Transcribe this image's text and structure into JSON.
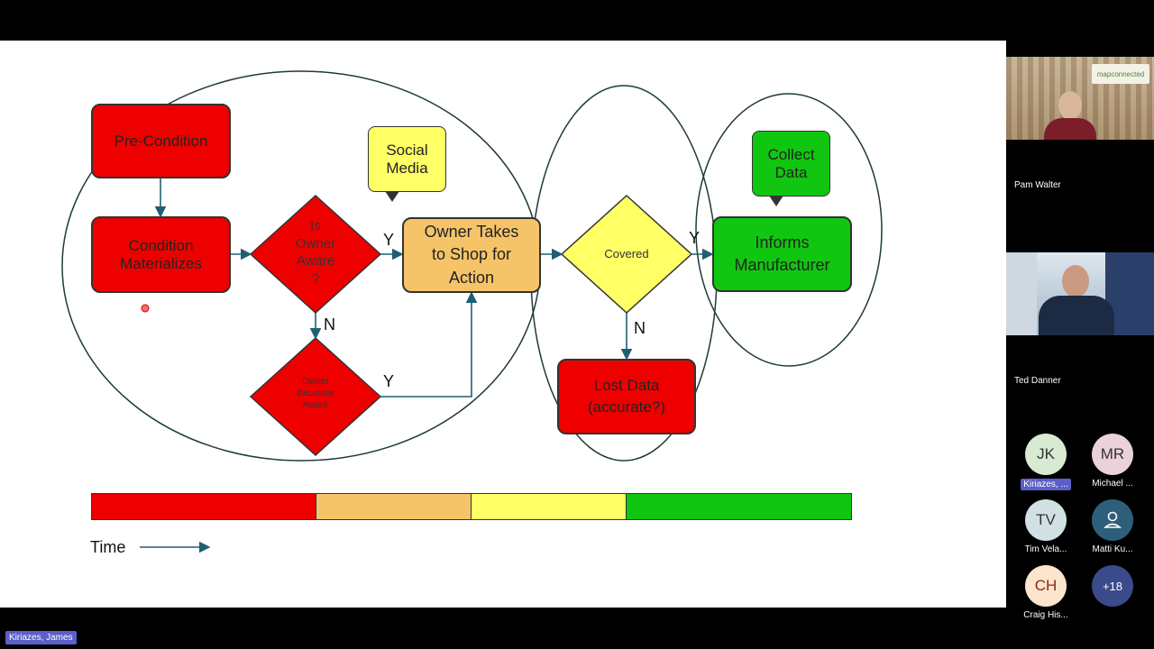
{
  "diagram": {
    "boxes": {
      "precondition": "Pre-Condition",
      "condition": "Condition\nMaterializes",
      "owner_takes": "Owner Takes\nto Shop for\nAction",
      "informs": "Informs\nManufacturer",
      "lost_data": "Lost Data\n(accurate?)"
    },
    "callouts": {
      "social": "Social\nMedia",
      "collect": "Collect\nData"
    },
    "diamonds": {
      "aware": "Is\nOwner\nAware\n?",
      "becomes": "Owner\nBecomes\nAware",
      "covered": "Covered"
    },
    "labels": {
      "y1": "Y",
      "n1": "N",
      "y2": "Y",
      "y3": "Y",
      "n3": "N"
    },
    "time_label": "Time",
    "colors": {
      "red": "#ee0000",
      "orange": "#f5c468",
      "yellow": "#ffff66",
      "green": "#11c611"
    }
  },
  "participants": {
    "video": [
      {
        "name": "Pam Walter",
        "logo": "mapconnected"
      },
      {
        "name": "Ted Danner"
      }
    ],
    "avatars": [
      {
        "initials": "JK",
        "name": "Kiriazes, ...",
        "color": "#d9ead3"
      },
      {
        "initials": "MR",
        "name": "Michael ...",
        "color": "#ead1dc"
      },
      {
        "initials": "TV",
        "name": "Tim Vela...",
        "color": "#d0e0e3"
      },
      {
        "initials": "",
        "name": "Matti Ku...",
        "color": "#2e5f7a"
      },
      {
        "initials": "CH",
        "name": "Craig His...",
        "color": "#fce5cd"
      },
      {
        "initials": "+18",
        "name": "",
        "color": "#3a4a8a"
      }
    ]
  },
  "presenter_name": "Kiriazes, James"
}
